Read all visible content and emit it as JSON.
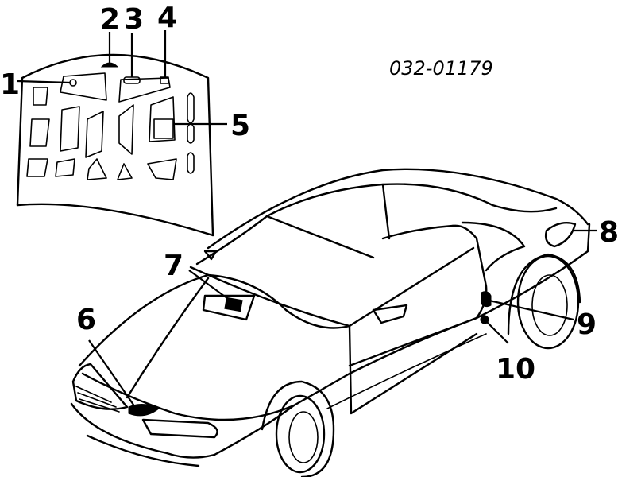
{
  "diagram": {
    "part_code": "032-01179",
    "callouts": [
      "1",
      "2",
      "3",
      "4",
      "5",
      "6",
      "7",
      "8",
      "9",
      "10"
    ]
  }
}
